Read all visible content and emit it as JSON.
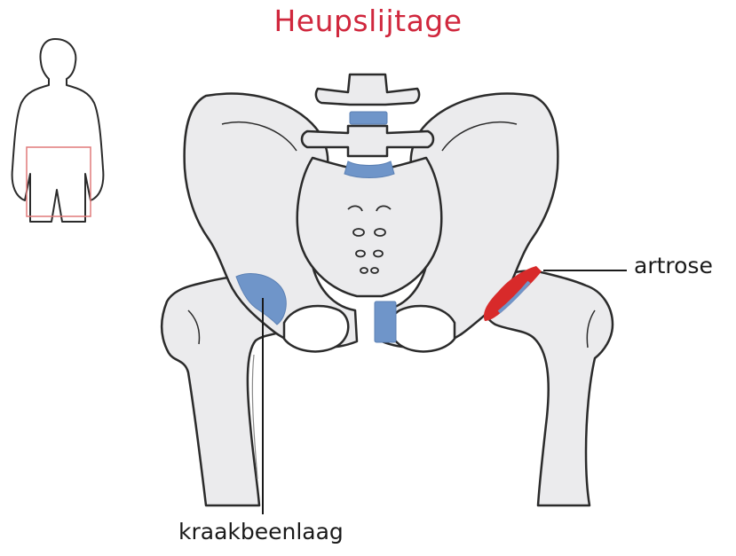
{
  "title": "Heupslijtage",
  "labels": {
    "artrose": "artrose",
    "cartilage": "kraakbeenlaag"
  },
  "colors": {
    "title": "#d0273d",
    "bone_fill": "#ebebed",
    "bone_stroke": "#2b2b2b",
    "cartilage": "#6f95c9",
    "arthrosis": "#d82a2a",
    "region_marker": "#e07a7a"
  },
  "icons": {
    "body": "body-silhouette-icon"
  }
}
